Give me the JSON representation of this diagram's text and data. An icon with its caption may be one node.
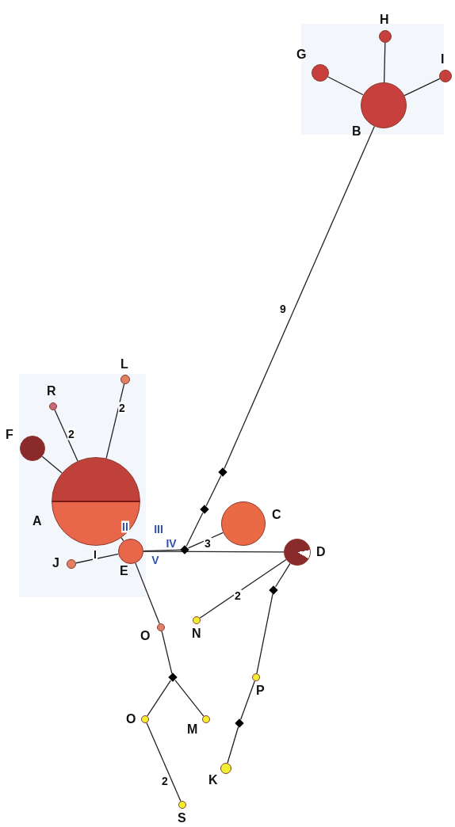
{
  "diagram": {
    "nodes": [
      {
        "text": [
          "H"
        ]
      },
      {
        "text": [
          "G"
        ]
      },
      {
        "text": [
          "I"
        ]
      },
      {
        "text": [
          "B"
        ]
      },
      {
        "text": [
          "R"
        ]
      },
      {
        "text": [
          "L"
        ]
      },
      {
        "text": [
          "F"
        ]
      },
      {
        "text": [
          "A"
        ]
      },
      {
        "text": [],
        "shape": "diamond"
      },
      {
        "text": [],
        "shape": "diamond"
      },
      {
        "text": [
          "C"
        ]
      },
      {
        "text": [],
        "shape": "diamond"
      },
      {
        "text": [
          "J"
        ]
      },
      {
        "text": [
          "E"
        ]
      },
      {
        "text": [
          "D"
        ]
      },
      {
        "text": [],
        "shape": "diamond"
      },
      {
        "text": [
          "N"
        ]
      },
      {
        "text": [
          "O"
        ]
      },
      {
        "text": [
          "P"
        ]
      },
      {
        "text": [],
        "shape": "diamond"
      },
      {
        "text": [
          "O"
        ]
      },
      {
        "text": [
          "M"
        ]
      },
      {
        "text": [],
        "shape": "diamond"
      },
      {
        "text": [
          "K"
        ]
      },
      {
        "text": [
          "S"
        ]
      }
    ],
    "edges": [
      {
        "from": 7,
        "to": 6,
        "arrow": "none"
      },
      {
        "from": 7,
        "to": 4,
        "arrow": "none",
        "label": "2"
      },
      {
        "from": 7,
        "to": 5,
        "arrow": "none",
        "label": "2"
      },
      {
        "from": 7,
        "to": 13,
        "arrow": "none",
        "label": "II"
      },
      {
        "from": 12,
        "to": 13,
        "arrow": "none",
        "label": "I"
      },
      {
        "from": 13,
        "to": 11,
        "arrow": "none",
        "label": "III"
      },
      {
        "from": 11,
        "to": 10,
        "arrow": "none"
      },
      {
        "from": 11,
        "to": 9,
        "arrow": "none"
      },
      {
        "from": 9,
        "to": 8,
        "arrow": "none"
      },
      {
        "from": 8,
        "to": 3,
        "arrow": "none",
        "label": "9"
      },
      {
        "from": 3,
        "to": 1,
        "arrow": "none"
      },
      {
        "from": 3,
        "to": 0,
        "arrow": "none"
      },
      {
        "from": 3,
        "to": 2,
        "arrow": "none"
      },
      {
        "from": 13,
        "to": 14,
        "arrow": "none",
        "label": "IV"
      },
      {
        "from": 13,
        "to": 17,
        "arrow": "none",
        "label": "V"
      },
      {
        "from": 14,
        "to": 16,
        "arrow": "none",
        "label": "2"
      },
      {
        "from": 14,
        "to": 15,
        "arrow": "none"
      },
      {
        "from": 15,
        "to": 18,
        "arrow": "none"
      },
      {
        "from": 18,
        "to": 22,
        "arrow": "none"
      },
      {
        "from": 22,
        "to": 23,
        "arrow": "none"
      },
      {
        "from": 17,
        "to": 19,
        "arrow": "none"
      },
      {
        "from": 19,
        "to": 20,
        "arrow": "none"
      },
      {
        "from": 19,
        "to": 21,
        "arrow": "none"
      },
      {
        "from": 20,
        "to": 24,
        "arrow": "none",
        "label": "2"
      }
    ],
    "labels": [
      "3"
    ]
  }
}
